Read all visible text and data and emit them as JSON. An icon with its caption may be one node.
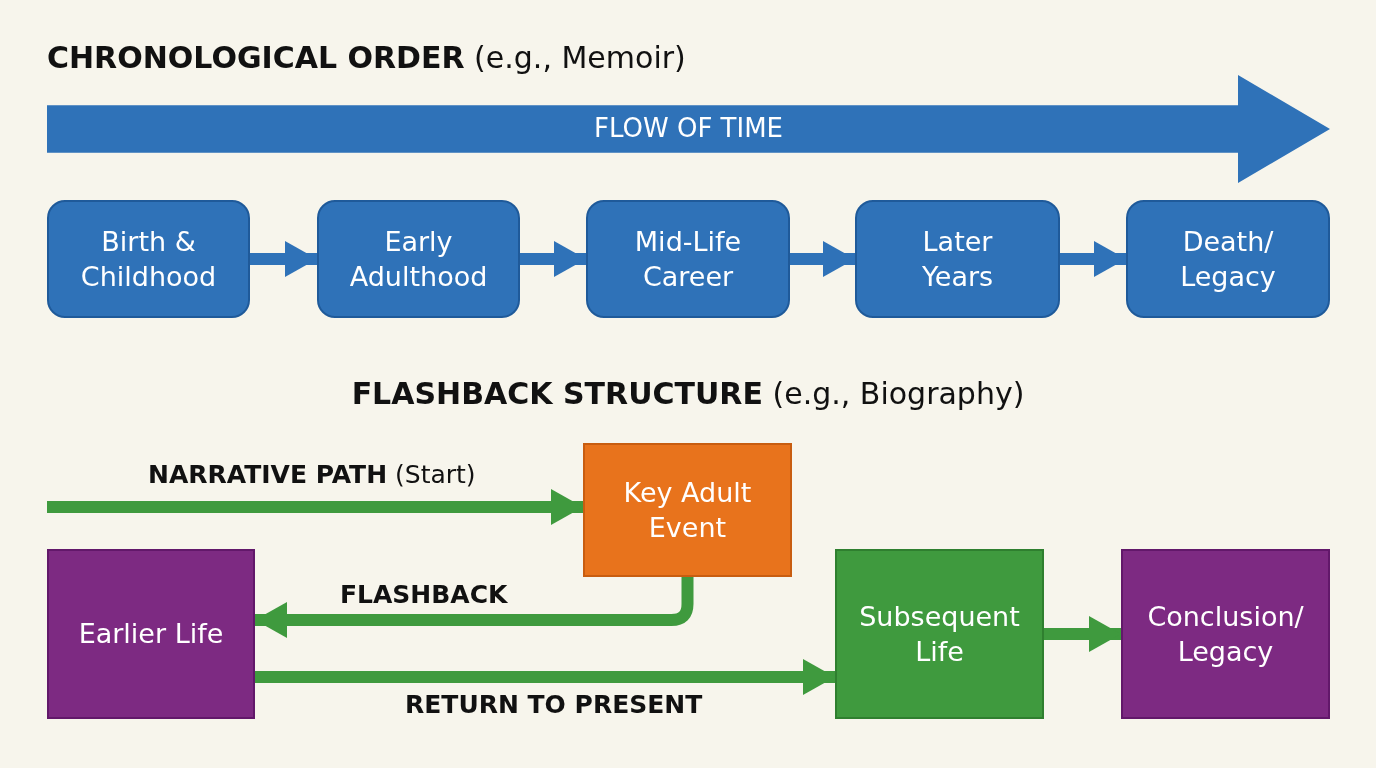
{
  "diagram": {
    "title": "**CHRONOLOGICAL ORDER** (e.g., Memoir)",
    "nodes": [
      {
        "text": [
          "FLOW OF TIME"
        ]
      },
      {
        "text": [
          "Birth & Childhood"
        ]
      },
      {
        "text": [
          "Early Adulthood"
        ]
      },
      {
        "text": [
          "Mid-Life Career"
        ]
      },
      {
        "text": [
          "Later Years"
        ]
      },
      {
        "text": [
          "Death/ Legacy"
        ]
      },
      {
        "text": [
          "Key Adult Event"
        ]
      },
      {
        "text": [
          "Earlier Life"
        ]
      },
      {
        "text": [
          "Subsequent Life"
        ]
      },
      {
        "text": [
          "Conclusion/ Legacy"
        ]
      }
    ],
    "edges": [
      {
        "from": 1,
        "to": 2,
        "arrow": "to",
        "color": "#2f72b8"
      },
      {
        "from": 2,
        "to": 3,
        "arrow": "to",
        "color": "#2f72b8"
      },
      {
        "from": 3,
        "to": 4,
        "arrow": "to",
        "color": "#2f72b8"
      },
      {
        "from": 4,
        "to": 5,
        "arrow": "to",
        "color": "#2f72b8"
      },
      {
        "from": null,
        "to": 6,
        "arrow": "to",
        "label": "**NARRATIVE PATH** (Start)",
        "color": "#3f9a3e"
      },
      {
        "from": 6,
        "to": 7,
        "arrow": "to",
        "label": "FLASHBACK",
        "color": "#3f9a3e"
      },
      {
        "from": 7,
        "to": 8,
        "arrow": "to",
        "label": "RETURN TO PRESENT",
        "color": "#3f9a3e"
      },
      {
        "from": 8,
        "to": 9,
        "arrow": "to",
        "color": "#3f9a3e"
      }
    ],
    "labels": [
      "**FLASHBACK STRUCTURE** (e.g., Biography)"
    ]
  }
}
